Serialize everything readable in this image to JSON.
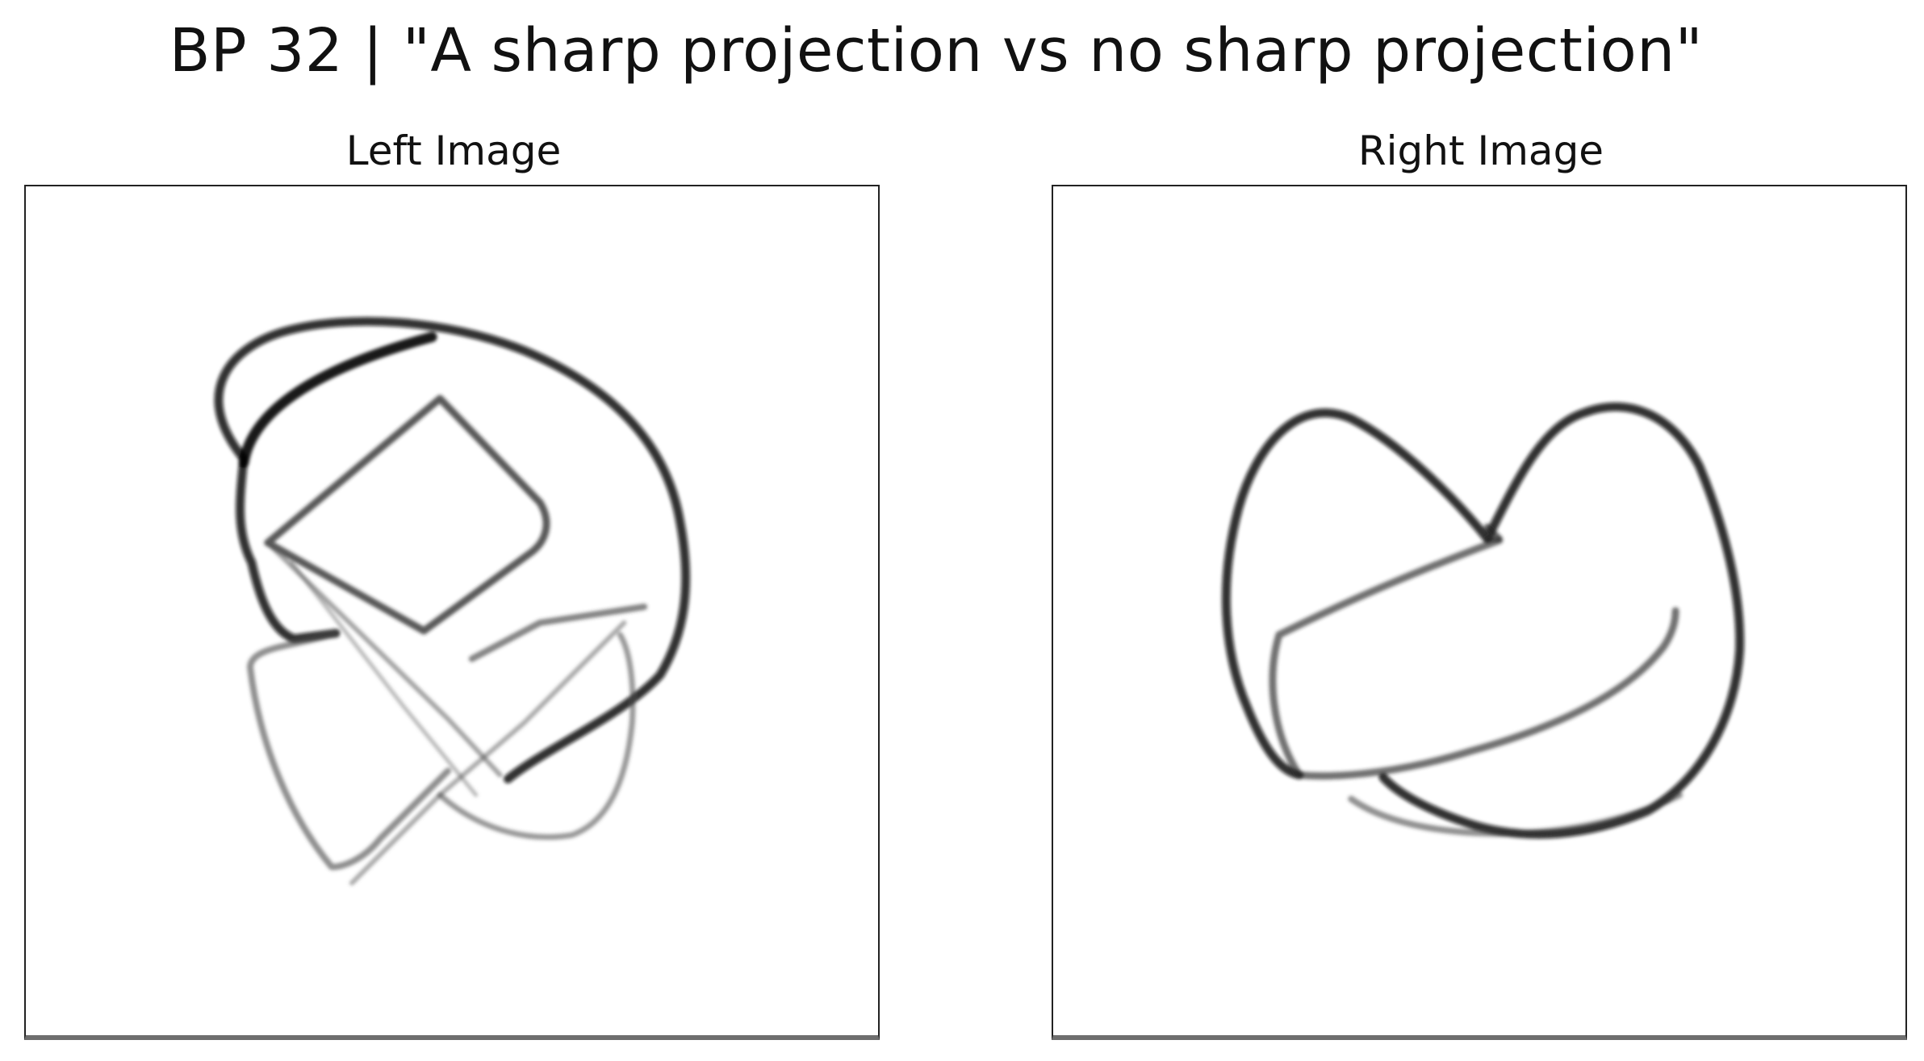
{
  "title": "BP 32 | \"A sharp projection vs no sharp projection\"",
  "panels": [
    {
      "title": "Left Image",
      "icon": "sketch-sharp-projection"
    },
    {
      "title": "Right Image",
      "icon": "sketch-no-sharp-projection"
    }
  ],
  "colors": {
    "background": "#ffffff",
    "stroke": "#111111",
    "frame": "#222222"
  }
}
